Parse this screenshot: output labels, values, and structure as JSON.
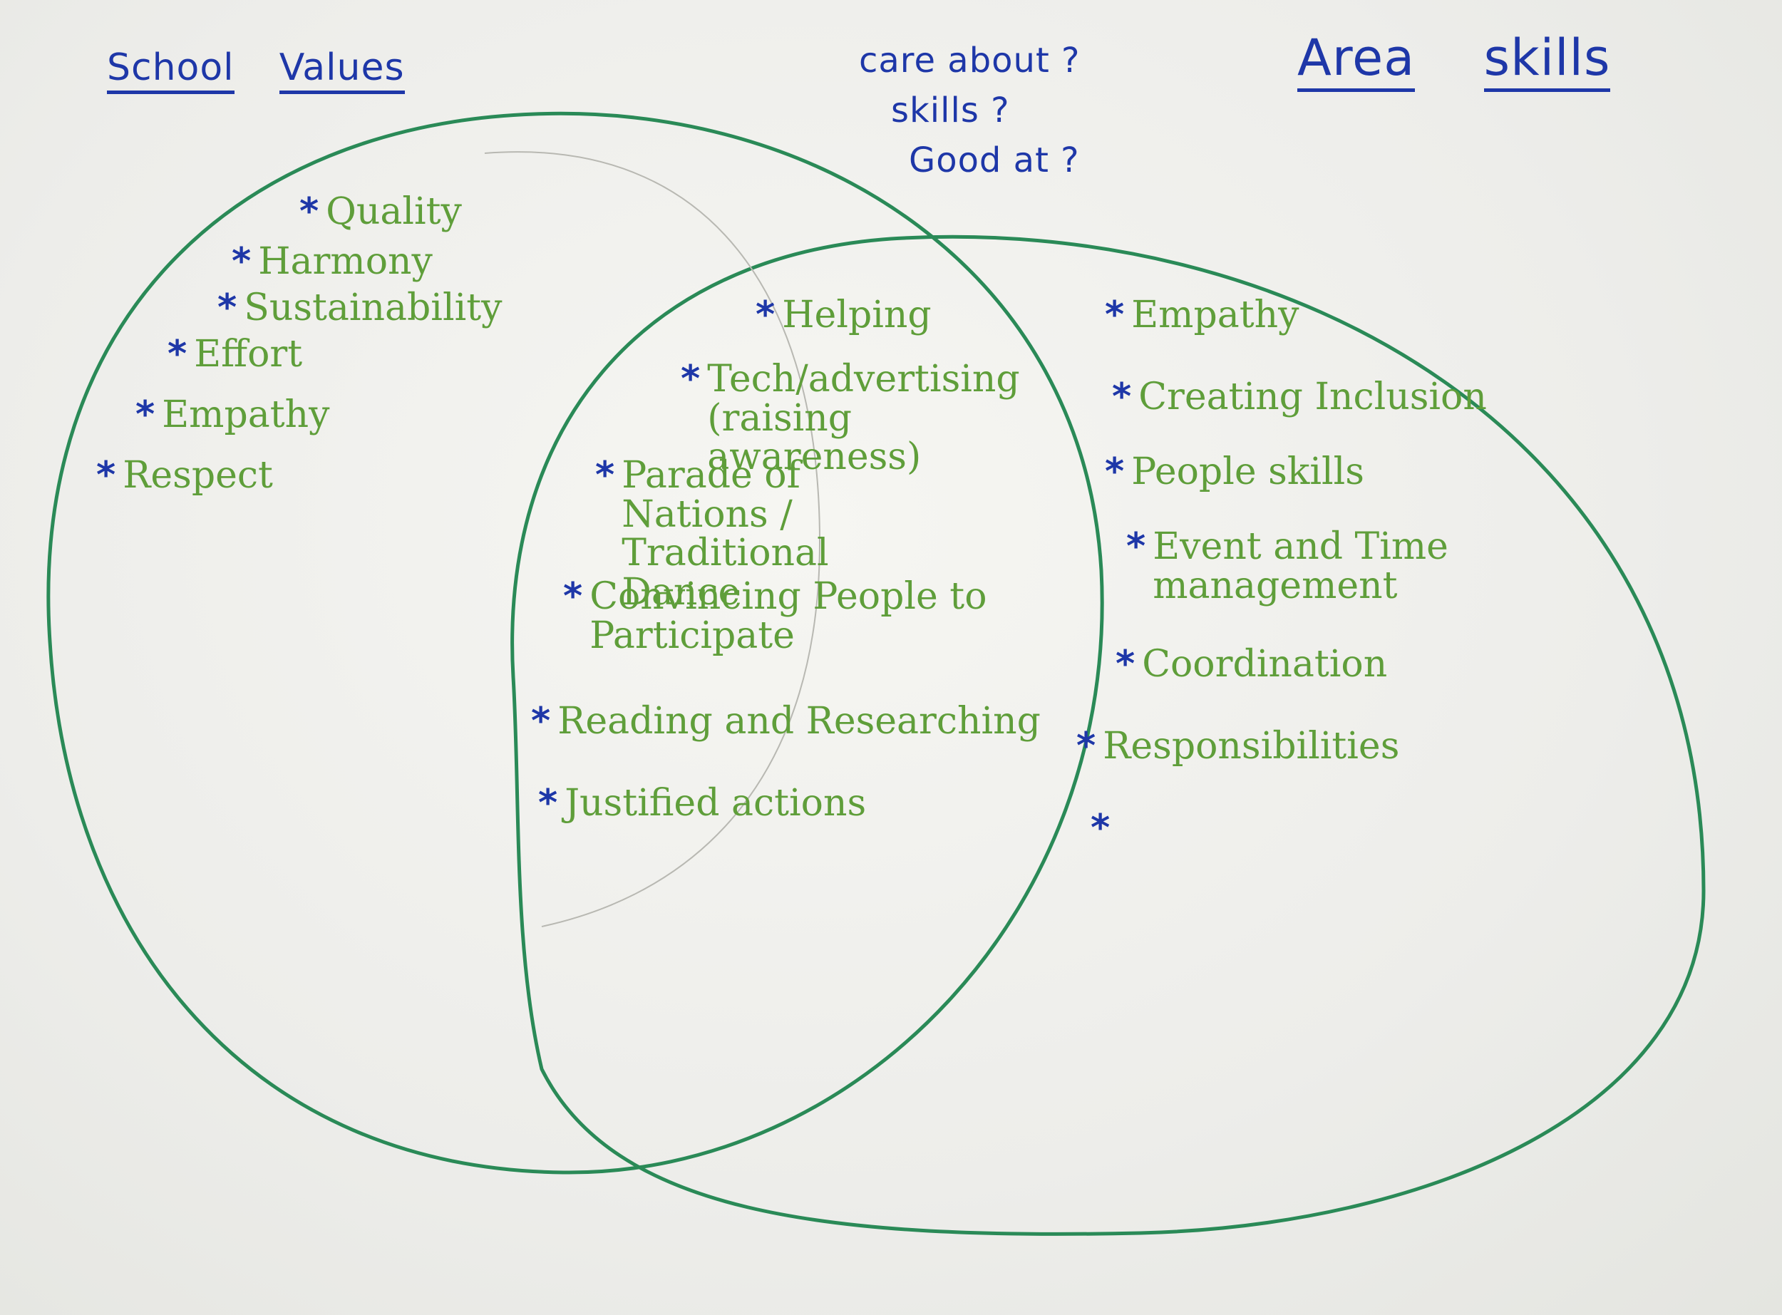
{
  "headings": {
    "left": [
      "School",
      "Values"
    ],
    "middle": [
      "care about ?",
      "skills ?",
      "Good at ?"
    ],
    "right": [
      "Area",
      "skills"
    ]
  },
  "star_symbol": "*",
  "left_items": [
    "Quality",
    "Harmony",
    "Sustainability",
    "Effort",
    "Empathy",
    "Respect"
  ],
  "middle_items": [
    "Helping",
    "Tech/advertising (raising awareness)",
    "Parade of Nations / Traditional Dance",
    "Convincing People to Participate",
    "Reading and Researching",
    "Justified actions"
  ],
  "right_items": [
    "Empathy",
    "Creating Inclusion",
    "People skills",
    "Event and Time management",
    "Coordination",
    "Responsibilities",
    ""
  ],
  "colors": {
    "circle_stroke": "#2a8a57",
    "heading_ink": "#1e37a8",
    "item_ink": "#5f9e3a",
    "star_ink": "#1e37a8"
  }
}
